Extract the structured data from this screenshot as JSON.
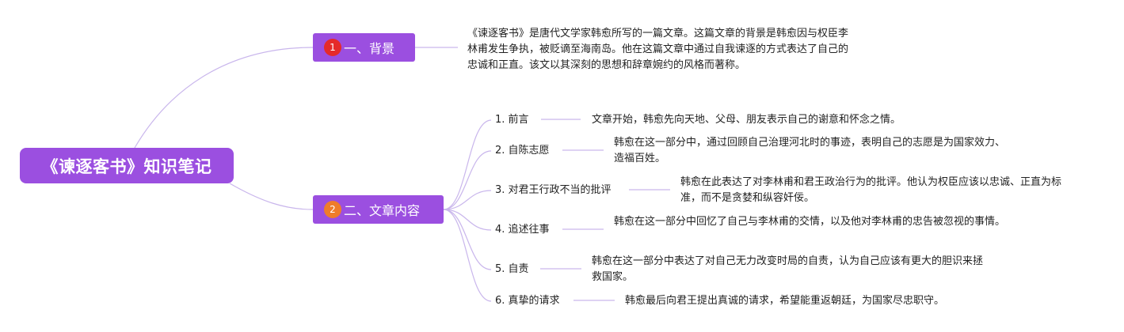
{
  "root": {
    "title": "《谏逐客书》知识笔记"
  },
  "branches": [
    {
      "badge": "1",
      "label": "一、背景",
      "note": "《谏逐客书》是唐代文学家韩愈所写的一篇文章。这篇文章的背景是韩愈因与权臣李林甫发生争执，被贬谪至海南岛。他在这篇文章中通过自我谏逐的方式表达了自己的忠诚和正直。该文以其深刻的思想和辞章婉约的风格而著称。"
    },
    {
      "badge": "2",
      "label": "二、文章内容",
      "children": [
        {
          "label": "1. 前言",
          "note": "文章开始，韩愈先向天地、父母、朋友表示自己的谢意和怀念之情。"
        },
        {
          "label": "2. 自陈志愿",
          "note": "韩愈在这一部分中，通过回顾自己治理河北时的事迹，表明自己的志愿是为国家效力、造福百姓。"
        },
        {
          "label": "3. 对君王行政不当的批评",
          "note": "韩愈在此表达了对李林甫和君王政治行为的批评。他认为权臣应该以忠诚、正直为标准，而不是贪婪和纵容奸佞。"
        },
        {
          "label": "4. 追述往事",
          "note": "韩愈在这一部分中回忆了自己与李林甫的交情，以及他对李林甫的忠告被忽视的事情。"
        },
        {
          "label": "5. 自责",
          "note": "韩愈在这一部分中表达了对自己无力改变时局的自责，认为自己应该有更大的胆识来拯救国家。"
        },
        {
          "label": "6. 真挚的请求",
          "note": "韩愈最后向君王提出真诚的请求，希望能重返朝廷，为国家尽忠职守。"
        }
      ]
    }
  ],
  "colors": {
    "node": "#9b4fe0",
    "badge1": "#e52a2a",
    "badge2": "#ef7c2a",
    "link": "#c9b6ec"
  }
}
